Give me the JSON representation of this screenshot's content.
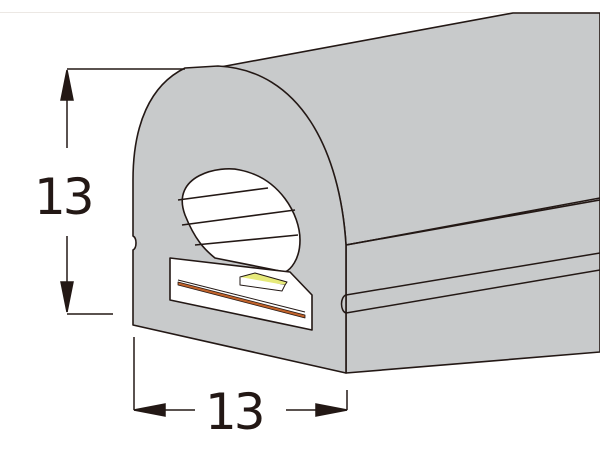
{
  "figure": {
    "subject": "LED neon flex strip profile, isometric view",
    "dimensions": {
      "height": {
        "value": "13",
        "orientation": "vertical"
      },
      "width": {
        "value": "13",
        "orientation": "horizontal"
      }
    },
    "colors": {
      "body_fill": "#c8cacb",
      "outline": "#231815",
      "cavity_fill": "#ffffff",
      "pcb_strip": "#c0622a",
      "led_chip": "#e6ea7a",
      "dimension_text": "#231815"
    }
  }
}
